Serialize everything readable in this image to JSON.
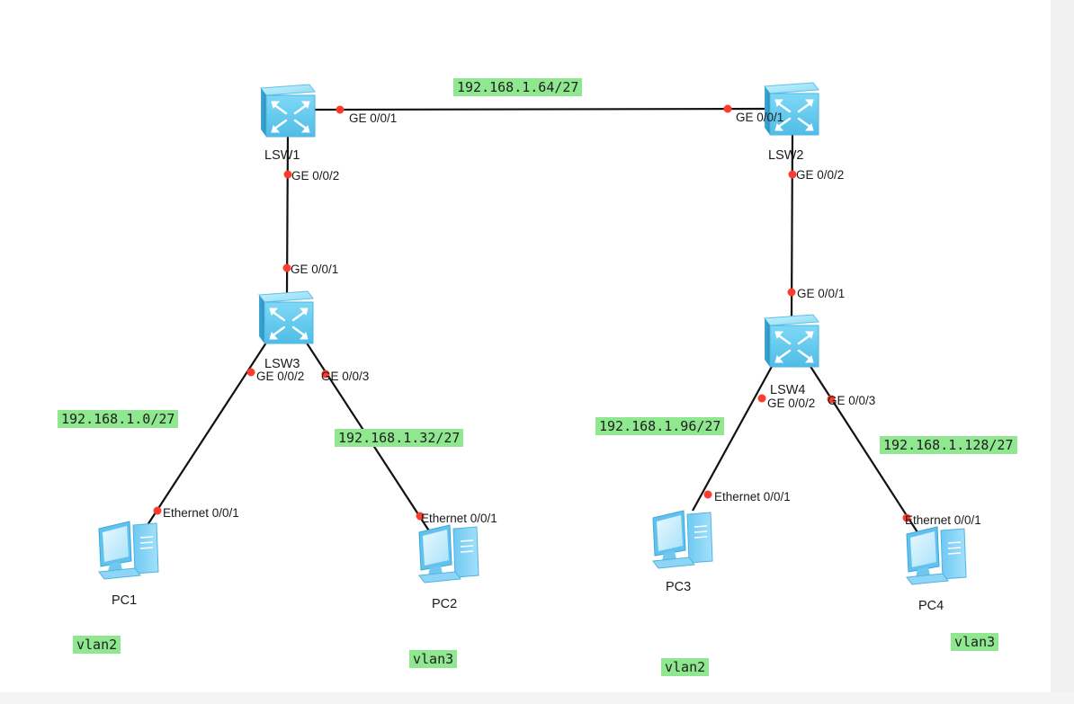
{
  "colors": {
    "link": "#111111",
    "port_dot": "#ff3b2f",
    "net_label_bg": "#8fe88f",
    "switch_face": "#6fd2f2",
    "pc_body": "#8fd6f6"
  },
  "devices": {
    "lsw1": {
      "name": "LSW1",
      "icon": "switch-icon"
    },
    "lsw2": {
      "name": "LSW2",
      "icon": "switch-icon"
    },
    "lsw3": {
      "name": "LSW3",
      "icon": "switch-icon"
    },
    "lsw4": {
      "name": "LSW4",
      "icon": "switch-icon"
    },
    "pc1": {
      "name": "PC1",
      "icon": "pc-icon"
    },
    "pc2": {
      "name": "PC2",
      "icon": "pc-icon"
    },
    "pc3": {
      "name": "PC3",
      "icon": "pc-icon"
    },
    "pc4": {
      "name": "PC4",
      "icon": "pc-icon"
    }
  },
  "ports": {
    "lsw1_ge001": "GE 0/0/1",
    "lsw2_ge001": "GE 0/0/1",
    "lsw1_ge002": "GE 0/0/2",
    "lsw3_ge001": "GE 0/0/1",
    "lsw2_ge002": "GE 0/0/2",
    "lsw4_ge001": "GE 0/0/1",
    "lsw3_ge002": "GE 0/0/2",
    "lsw3_ge003": "GE 0/0/3",
    "lsw4_ge002": "GE 0/0/2",
    "lsw4_ge003": "GE 0/0/3",
    "pc1_eth": "Ethernet 0/0/1",
    "pc2_eth": "Ethernet 0/0/1",
    "pc3_eth": "Ethernet 0/0/1",
    "pc4_eth": "Ethernet 0/0/1"
  },
  "networks": {
    "core": "192.168.1.64/27",
    "net_pc1": "192.168.1.0/27",
    "net_pc2": "192.168.1.32/27",
    "net_pc3": "192.168.1.96/27",
    "net_pc4": "192.168.1.128/27"
  },
  "vlans": {
    "pc1": "vlan2",
    "pc2": "vlan3",
    "pc3": "vlan2",
    "pc4": "vlan3"
  },
  "links": [
    {
      "from": "LSW1",
      "from_port": "GE 0/0/1",
      "to": "LSW2",
      "to_port": "GE 0/0/1"
    },
    {
      "from": "LSW1",
      "from_port": "GE 0/0/2",
      "to": "LSW3",
      "to_port": "GE 0/0/1"
    },
    {
      "from": "LSW2",
      "from_port": "GE 0/0/2",
      "to": "LSW4",
      "to_port": "GE 0/0/1"
    },
    {
      "from": "LSW3",
      "from_port": "GE 0/0/2",
      "to": "PC1",
      "to_port": "Ethernet 0/0/1"
    },
    {
      "from": "LSW3",
      "from_port": "GE 0/0/3",
      "to": "PC2",
      "to_port": "Ethernet 0/0/1"
    },
    {
      "from": "LSW4",
      "from_port": "GE 0/0/2",
      "to": "PC3",
      "to_port": "Ethernet 0/0/1"
    },
    {
      "from": "LSW4",
      "from_port": "GE 0/0/3",
      "to": "PC4",
      "to_port": "Ethernet 0/0/1"
    }
  ]
}
